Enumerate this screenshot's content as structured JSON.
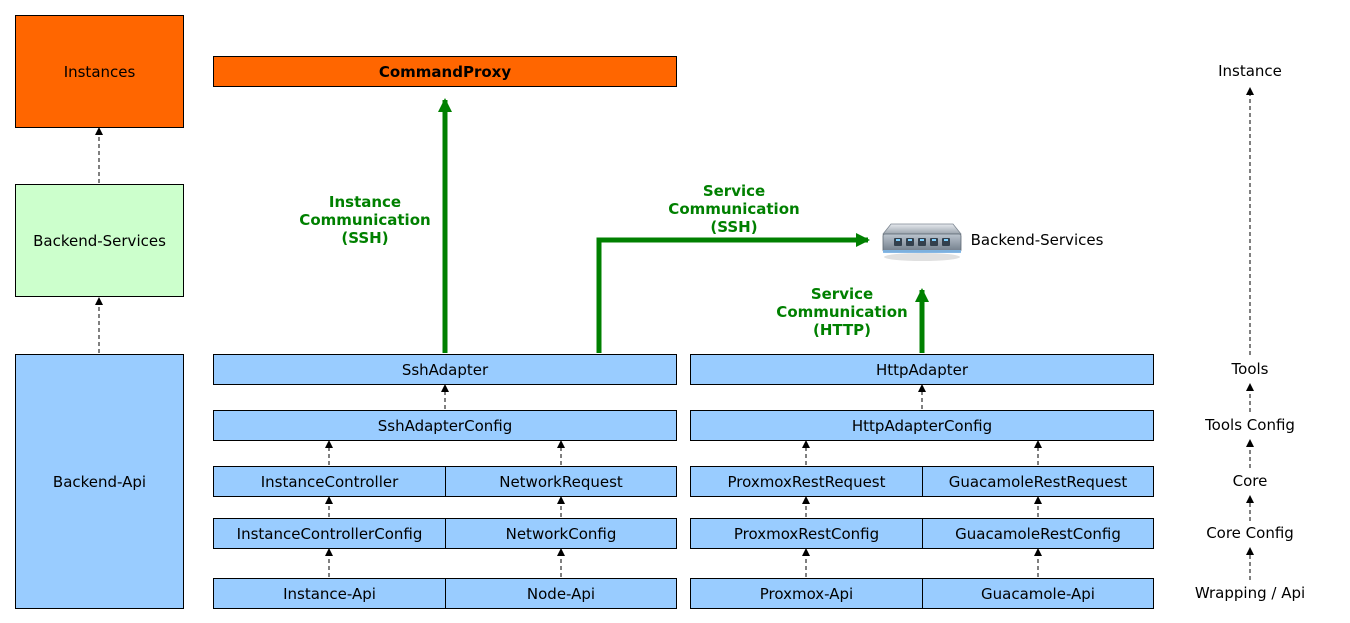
{
  "left_column": {
    "instances": "Instances",
    "backend_services": "Backend-Services",
    "backend_api": "Backend-Api"
  },
  "command_proxy": "CommandProxy",
  "ssh_stack": {
    "adapter": "SshAdapter",
    "adapter_config": "SshAdapterConfig",
    "core": [
      "InstanceController",
      "NetworkRequest"
    ],
    "core_config": [
      "InstanceControllerConfig",
      "NetworkConfig"
    ],
    "api": [
      "Instance-Api",
      "Node-Api"
    ]
  },
  "http_stack": {
    "adapter": "HttpAdapter",
    "adapter_config": "HttpAdapterConfig",
    "core": [
      "ProxmoxRestRequest",
      "GuacamoleRestRequest"
    ],
    "core_config": [
      "ProxmoxRestConfig",
      "GuacamoleRestConfig"
    ],
    "api": [
      "Proxmox-Api",
      "Guacamole-Api"
    ]
  },
  "backend_services_node": "Backend-Services",
  "communications": {
    "instance_ssh": [
      "Instance",
      "Communication",
      "(SSH)"
    ],
    "service_ssh": [
      "Service",
      "Communication",
      "(SSH)"
    ],
    "service_http": [
      "Service",
      "Communication",
      "(HTTP)"
    ]
  },
  "layers": {
    "instance": "Instance",
    "tools": "Tools",
    "tools_config": "Tools Config",
    "core": "Core",
    "core_config": "Core Config",
    "wrapping_api": "Wrapping / Api"
  },
  "colors": {
    "orange": "#ff6600",
    "light_green": "#ccffcc",
    "light_blue": "#99ccff",
    "arrow_green": "#008000"
  },
  "icons": {
    "backend_services": "network-switch-icon"
  }
}
